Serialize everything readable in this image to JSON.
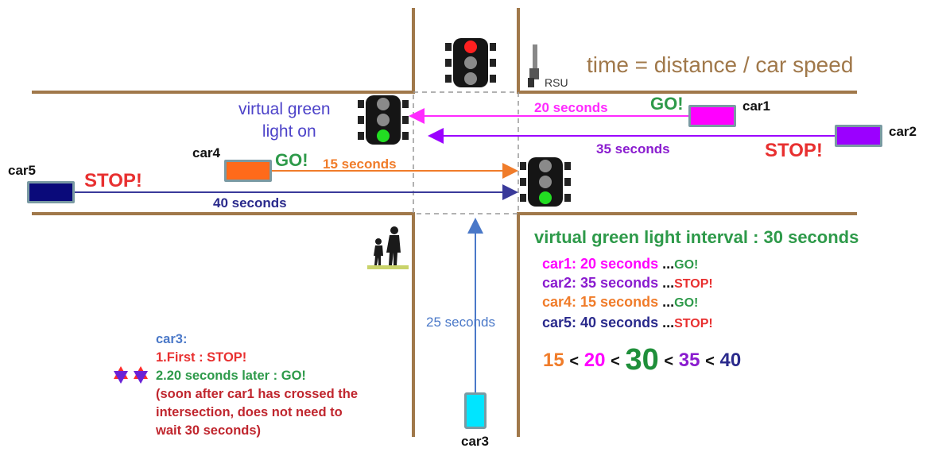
{
  "formula": "time = distance / car speed",
  "rsu_label": "RSU",
  "virtual_green_light": {
    "line1": "virtual green",
    "line2": "light on"
  },
  "cars": {
    "car1": {
      "name": "car1",
      "seconds_label": "20 seconds",
      "status": "GO!",
      "color": "#ff00ff"
    },
    "car2": {
      "name": "car2",
      "seconds_label": "35 seconds",
      "status": "STOP!",
      "color": "#9b00ff"
    },
    "car3": {
      "name": "car3",
      "seconds_label": "25 seconds",
      "color": "#00e5ff"
    },
    "car4": {
      "name": "car4",
      "seconds_label": "15 seconds",
      "status": "GO!",
      "color": "#ff6a1a"
    },
    "car5": {
      "name": "car5",
      "seconds_label": "40 seconds",
      "status": "STOP!",
      "color": "#0a0a7a"
    }
  },
  "interval": {
    "title": "virtual green light interval : 30 seconds",
    "rows": [
      {
        "label": "car1: 20 seconds",
        "dots": "...",
        "status": "GO!",
        "color": "#ff00ff"
      },
      {
        "label": "car2: 35 seconds",
        "dots": "...",
        "status": "STOP!",
        "color": "#8a1ccf"
      },
      {
        "label": "car4: 15 seconds",
        "dots": "...",
        "status": "GO!",
        "color": "#f07c2a"
      },
      {
        "label": "car5: 40 seconds",
        "dots": "...",
        "status": "STOP!",
        "color": "#2a2a8c"
      }
    ],
    "inequality": {
      "a": "15",
      "b": "20",
      "c": "30",
      "d": "35",
      "e": "40",
      "op": "<"
    }
  },
  "car3_notes": {
    "heading": "car3:",
    "step1": "1.First : STOP!",
    "step2": "2.20 seconds later : GO!",
    "note1": "(soon after car1 has crossed the",
    "note2": "intersection, does not need to",
    "note3": "wait 30 seconds)"
  },
  "colors": {
    "road": "#a0784a",
    "go": "#2e9a4a",
    "stop": "#e83030",
    "red_light": "#ff2020",
    "green_light": "#22dd22",
    "blue_arrow": "#4a78c8"
  },
  "icons": [
    "traffic-light-icon",
    "rsu-antenna-icon",
    "pedestrian-icon",
    "star-icon"
  ]
}
